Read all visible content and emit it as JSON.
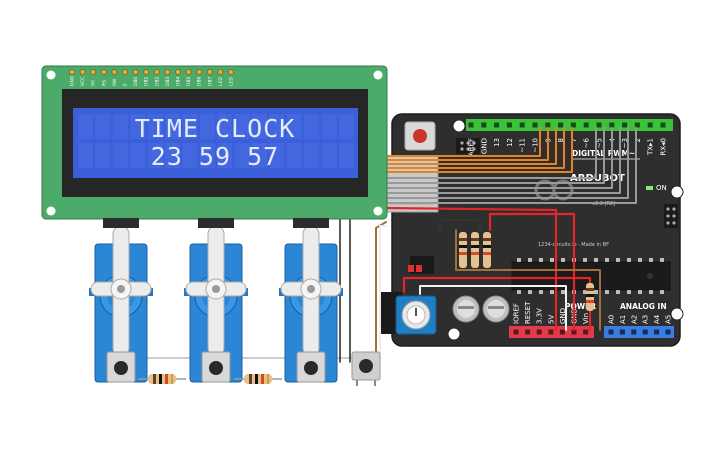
{
  "lcd": {
    "line1": "TIME CLOCK",
    "line2": "23 59 57",
    "pins": [
      "GND",
      "VCC",
      "V0",
      "RS",
      "RW",
      "E",
      "DB0",
      "DB1",
      "DB2",
      "DB3",
      "DB4",
      "DB5",
      "DB6",
      "DB7",
      "LED",
      "LED"
    ]
  },
  "arduino": {
    "brand": "ARDUBOT",
    "version": "v3.0 [R3]",
    "digital_label": "DIGITAL PWM~",
    "power_label": "POWER",
    "analog_label": "ANALOG IN",
    "on_label": "ON",
    "made_in": "1234-circuits.io · Made in BF",
    "digital_pins": [
      "AREF",
      "GND",
      "13",
      "12",
      "~11",
      "~10",
      "~9",
      "8",
      "7",
      "~6",
      "~5",
      "4",
      "~3",
      "2",
      "TX▸1",
      "RX◂0"
    ],
    "power_pins": [
      "IOREF",
      "RESET",
      "3.3V",
      "5V",
      "GND",
      "GND",
      "Vin"
    ],
    "analog_pins": [
      "A0",
      "A1",
      "A2",
      "A3",
      "A4",
      "A5"
    ]
  },
  "colors": {
    "lcd_board": "#4caa6a",
    "lcd_screen": "#3b5fd8",
    "arduino_board": "#2d2d2d",
    "header_green": "#3ac23a",
    "header_red": "#e23a4a",
    "header_blue": "#3a7de0",
    "servo_blue": "#2c86d6",
    "wire_orange": "#e8821e",
    "wire_red": "#e0262b",
    "wire_gray": "#9a9a9a",
    "wire_brown": "#a0713b"
  }
}
